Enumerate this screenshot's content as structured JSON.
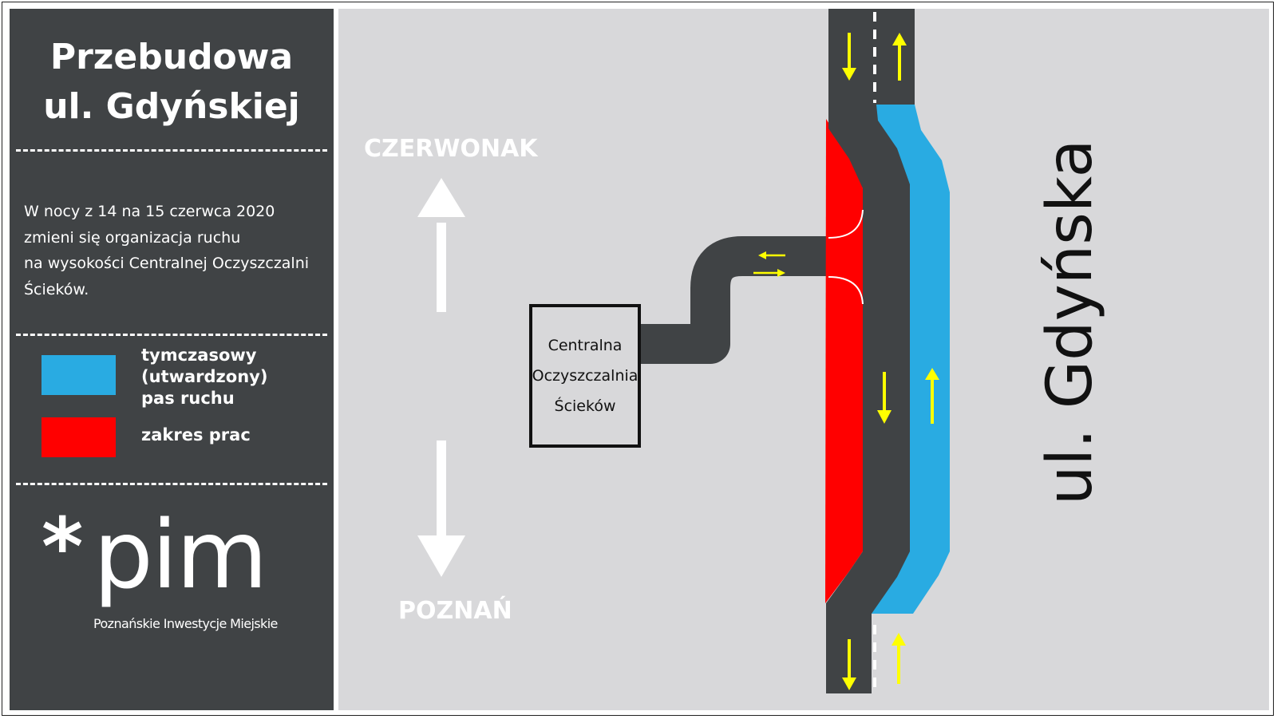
{
  "panel": {
    "title_line1": "Przebudowa",
    "title_line2": "ul. Gdyńskiej",
    "description": [
      "W nocy z 14 na 15 czerwca 2020",
      "zmieni się organizacja ruchu",
      "na wysokości Centralnej Oczyszczalni",
      "Ścieków."
    ],
    "legend": [
      {
        "label_lines": [
          "tymczasowy",
          "(utwardzony)",
          "pas ruchu"
        ],
        "color": "#29abe2"
      },
      {
        "label_lines": [
          "zakres prac"
        ],
        "color": "#ff0000"
      }
    ],
    "logo": {
      "mark": "*",
      "word": "pim",
      "subtitle": "Poznańskie Inwestycje Miejskie"
    }
  },
  "map": {
    "direction_north": "CZERWONAK",
    "direction_south": "POZNAŃ",
    "street_name": "ul. Gdyńska",
    "facility_lines": [
      "Centralna",
      "Oczyszczalnia",
      "Ścieków"
    ],
    "colors": {
      "road": "#404345",
      "temporary_lane": "#29abe2",
      "work_zone": "#ff0000",
      "traffic_arrow": "#ffff00",
      "background": "#d8d8da"
    }
  }
}
